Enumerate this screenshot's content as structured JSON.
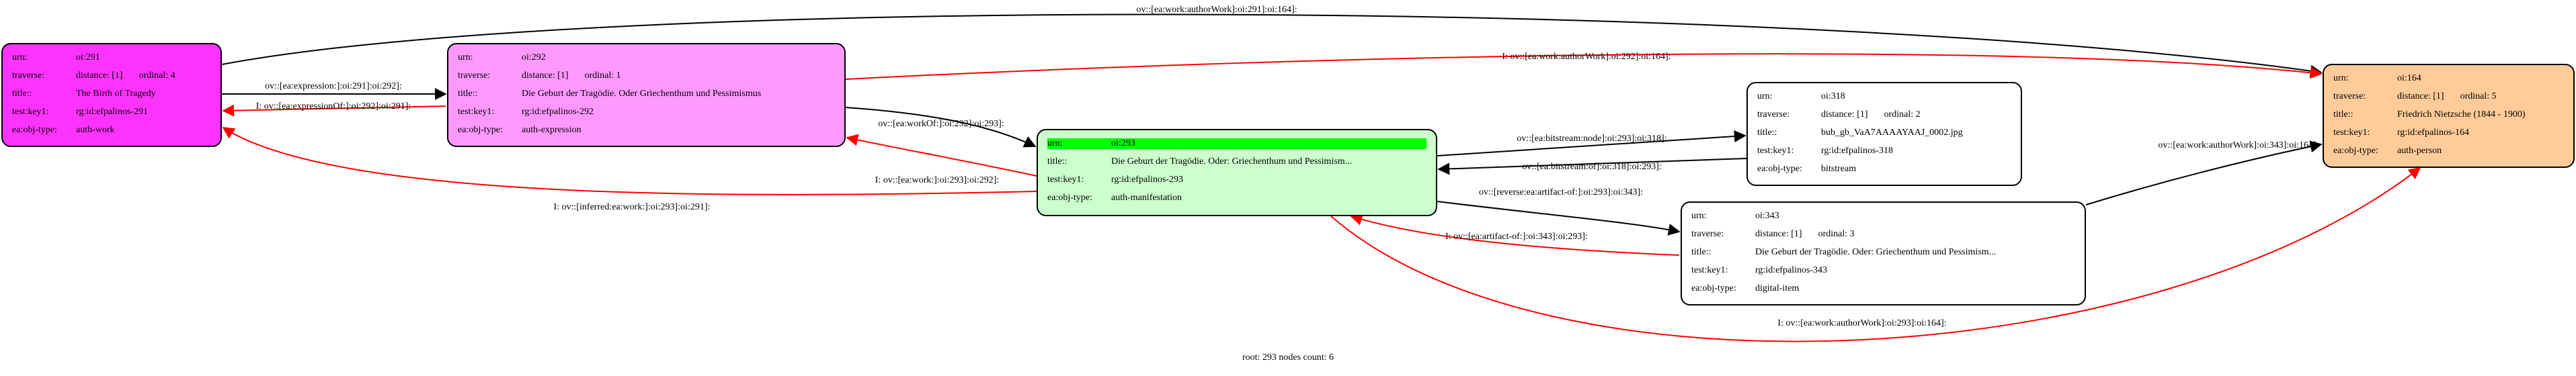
{
  "nodes": {
    "n291": {
      "fill": "#ff33ff",
      "rows": [
        {
          "k": "urn:",
          "v": "oi:291"
        },
        {
          "k": "traverse:",
          "v": "distance: [1]",
          "v2": "ordinal: 4"
        },
        {
          "k": "title::",
          "v": "The Birth of Tragedy"
        },
        {
          "k": "test:key1:",
          "v": "rg:id:efpalinos-291"
        },
        {
          "k": "ea:obj-type:",
          "v": "auth-work"
        }
      ]
    },
    "n292": {
      "fill": "#ff99ff",
      "rows": [
        {
          "k": "urn:",
          "v": "oi:292"
        },
        {
          "k": "traverse:",
          "v": "distance: [1]",
          "v2": "ordinal: 1"
        },
        {
          "k": "title::",
          "v": "Die Geburt der Tragödie. Oder Griechenthum und Pessimismus"
        },
        {
          "k": "test:key1:",
          "v": "rg:id:efpalinos-292"
        },
        {
          "k": "ea:obj-type:",
          "v": "auth-expression"
        }
      ]
    },
    "n293": {
      "fill": "#ccffcc",
      "rows": [
        {
          "k": "urn:",
          "v": "oi:293"
        },
        {
          "k": "title::",
          "v": "Die Geburt der Tragödie. Oder: Griechenthum und Pessimism..."
        },
        {
          "k": "test:key1:",
          "v": "rg:id:efpalinos-293"
        },
        {
          "k": "ea:obj-type:",
          "v": "auth-manifestation"
        }
      ]
    },
    "n318": {
      "fill": "#ffffff",
      "rows": [
        {
          "k": "urn:",
          "v": "oi:318"
        },
        {
          "k": "traverse:",
          "v": "distance: [1]",
          "v2": "ordinal: 2"
        },
        {
          "k": "title::",
          "v": "bub_gb_VaA7AAAAYAAJ_0002.jpg"
        },
        {
          "k": "test:key1:",
          "v": "rg:id:efpalinos-318"
        },
        {
          "k": "ea:obj-type:",
          "v": "bitstream"
        }
      ]
    },
    "n343": {
      "fill": "#ffffff",
      "rows": [
        {
          "k": "urn:",
          "v": "oi:343"
        },
        {
          "k": "traverse:",
          "v": "distance: [1]",
          "v2": "ordinal: 3"
        },
        {
          "k": "title::",
          "v": "Die Geburt der Tragödie. Oder: Griechenthum und Pessimism..."
        },
        {
          "k": "test:key1:",
          "v": "rg:id:efpalinos-343"
        },
        {
          "k": "ea:obj-type:",
          "v": "digital-item"
        }
      ]
    },
    "n164": {
      "fill": "#ffcc99",
      "rows": [
        {
          "k": "urn:",
          "v": "oi:164"
        },
        {
          "k": "traverse:",
          "v": "distance: [1]",
          "v2": "ordinal: 5"
        },
        {
          "k": "title::",
          "v": "Friedrich Nietzsche (1844 - 1900)"
        },
        {
          "k": "test:key1:",
          "v": "rg:id:efpalinos-164"
        },
        {
          "k": "ea:obj-type:",
          "v": "auth-person"
        }
      ]
    }
  },
  "edges": [
    {
      "label": "ov::[ea:work:authorWork]:oi:291]:oi:164]:",
      "color": "#000000"
    },
    {
      "label": "I: ov::[ea:work:authorWork]:oi:292]:oi:164]:",
      "color": "#ff0000"
    },
    {
      "label": "ov::[ea:expression:]:oi:291]:oi:292]:",
      "color": "#000000"
    },
    {
      "label": "I: ov::[ea:expressionOf:]:oi:292]:oi:291]:",
      "color": "#ff0000"
    },
    {
      "label": "ov::[ea:workOf:]:oi:292]:oi:293]:",
      "color": "#000000"
    },
    {
      "label": "I: ov::[ea:work:]:oi:293]:oi:292]:",
      "color": "#ff0000"
    },
    {
      "label": "I: ov::[inferred:ea:work:]:oi:293]:oi:291]:",
      "color": "#ff0000"
    },
    {
      "label": "ov::[ea:bitstream:node]:oi:293]:oi:318]:",
      "color": "#000000"
    },
    {
      "label": "ov::[ea:bitstream:of]:oi:318]:oi:293]:",
      "color": "#000000"
    },
    {
      "label": "ov::[reverse:ea:artifact-of:]:oi:293]:oi:343]:",
      "color": "#000000"
    },
    {
      "label": "I: ov::[ea:artifact-of:]:oi:343]:oi:293]:",
      "color": "#ff0000"
    },
    {
      "label": "ov::[ea:work:authorWork]:oi:343]:oi:164]:",
      "color": "#000000"
    },
    {
      "label": "I: ov::[ea:work:authorWork]:oi:293]:oi:164]:",
      "color": "#ff0000"
    }
  ],
  "footer": "root: 293 nodes count: 6"
}
